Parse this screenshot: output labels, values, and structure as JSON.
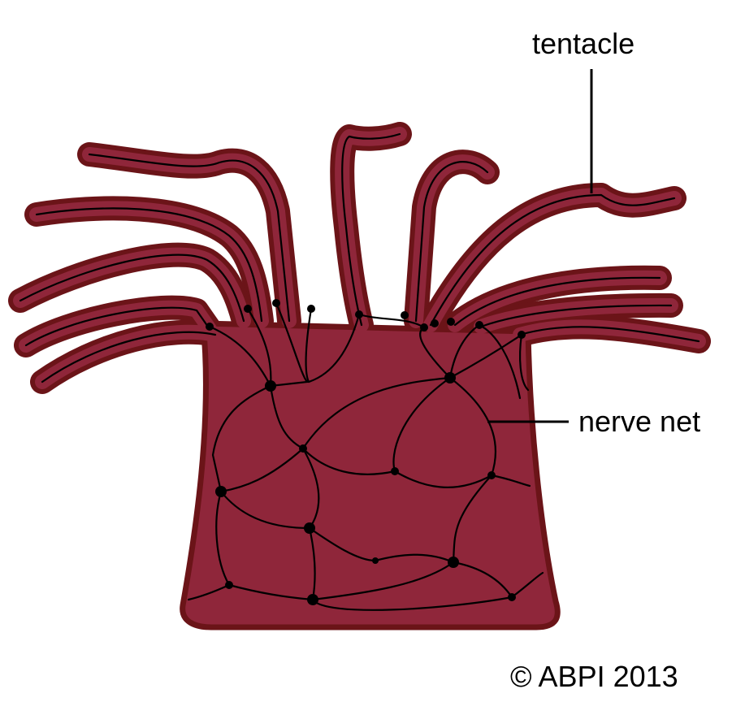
{
  "diagram": {
    "labels": {
      "tentacle": "tentacle",
      "nerve_net": "nerve net"
    },
    "copyright": "© ABPI 2013",
    "colors": {
      "body": "#8f263a",
      "outline": "#6b1418",
      "nerve": "#000000"
    }
  }
}
